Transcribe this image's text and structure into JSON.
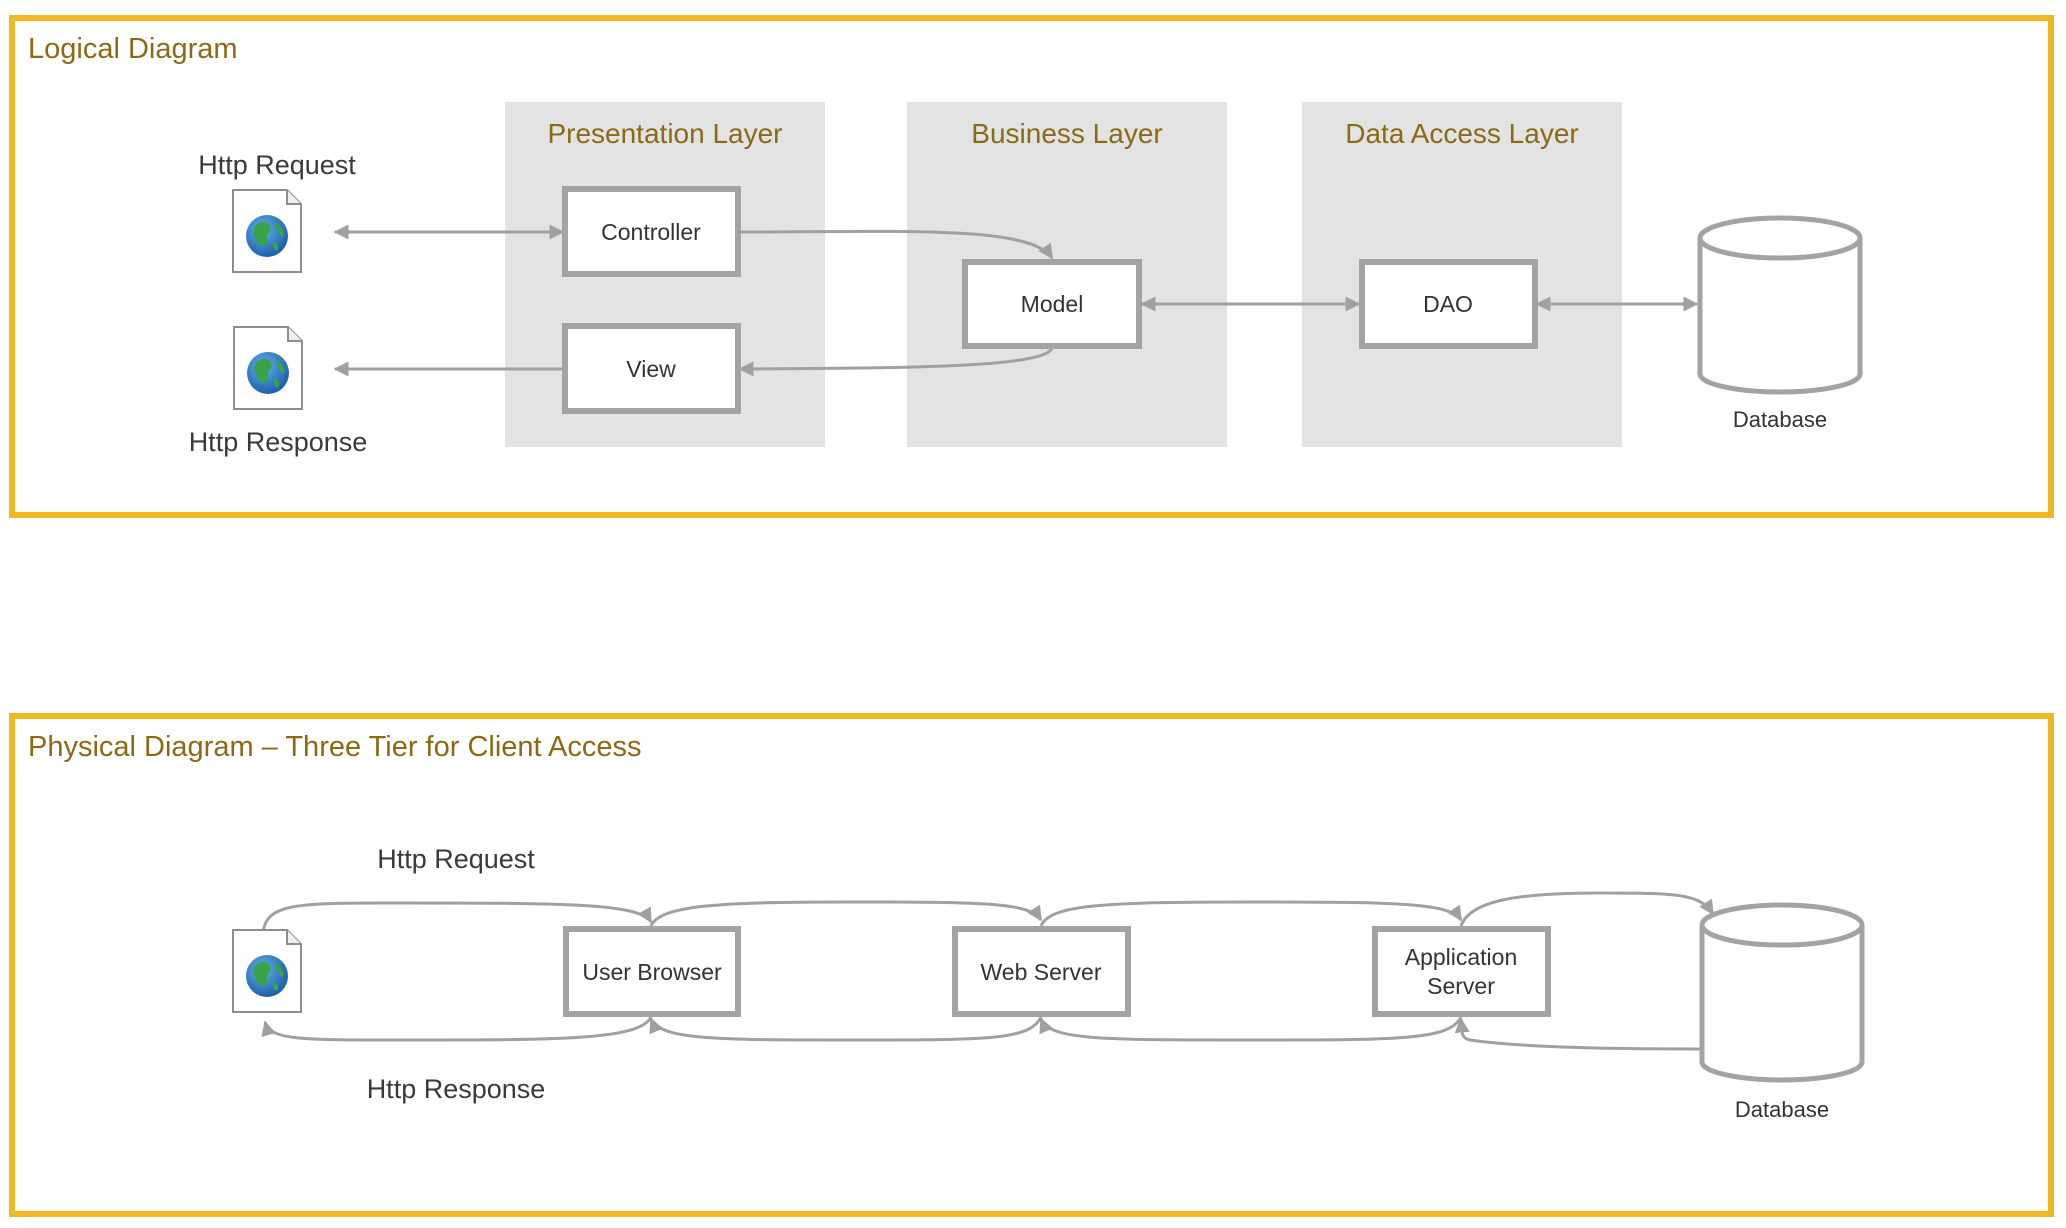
{
  "logical": {
    "title": "Logical Diagram",
    "layers": {
      "presentation": "Presentation Layer",
      "business": "Business Layer",
      "data_access": "Data Access Layer"
    },
    "nodes": {
      "controller": "Controller",
      "view": "View",
      "model": "Model",
      "dao": "DAO"
    },
    "http_request": "Http Request",
    "http_response": "Http Response",
    "database": "Database"
  },
  "physical": {
    "title": "Physical Diagram – Three Tier for Client Access",
    "nodes": {
      "user_browser": "User Browser",
      "web_server": "Web Server",
      "app_server_line1": "Application",
      "app_server_line2": "Server"
    },
    "http_request": "Http Request",
    "http_response": "Http Response",
    "database": "Database"
  },
  "icons": [
    "web-document-icon",
    "globe-icon",
    "database-icon"
  ],
  "colors": {
    "frame": "#f0b823",
    "title_text": "#8a6a14",
    "layer_background": "#e3e3e3",
    "box_border": "#a3a3a3",
    "connector": "#a0a0a0"
  }
}
